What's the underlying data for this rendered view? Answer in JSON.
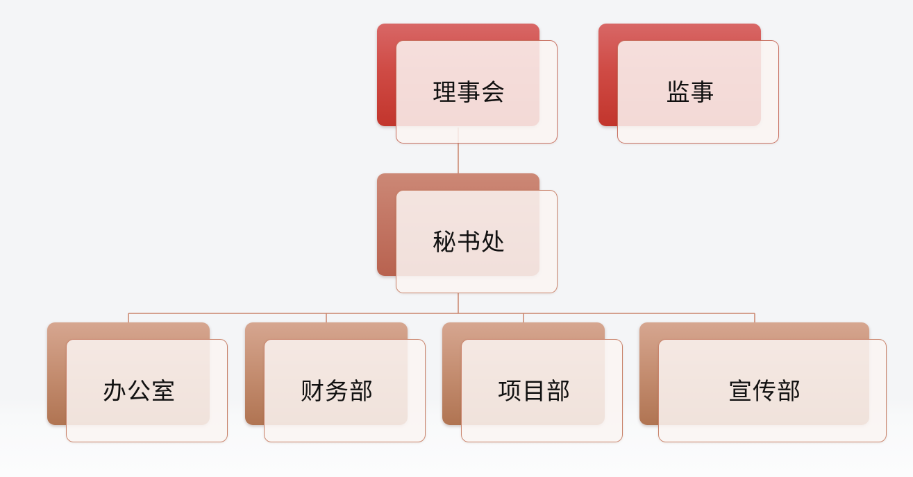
{
  "chart": {
    "nodes": [
      {
        "id": "council",
        "label": "理事会",
        "tone": "red"
      },
      {
        "id": "supervisor",
        "label": "监事",
        "tone": "red"
      },
      {
        "id": "secretariat",
        "label": "秘书处",
        "tone": "mid"
      },
      {
        "id": "office",
        "label": "办公室",
        "tone": "tan"
      },
      {
        "id": "finance",
        "label": "财务部",
        "tone": "tan"
      },
      {
        "id": "project",
        "label": "项目部",
        "tone": "tan"
      },
      {
        "id": "publicity",
        "label": "宣传部",
        "tone": "tan"
      }
    ],
    "edges": [
      {
        "from": "council",
        "to": "secretariat"
      },
      {
        "from": "secretariat",
        "to": "office"
      },
      {
        "from": "secretariat",
        "to": "finance"
      },
      {
        "from": "secretariat",
        "to": "project"
      },
      {
        "from": "secretariat",
        "to": "publicity"
      }
    ],
    "colors": {
      "top_tier": "#cf4b45",
      "middle_tier": "#c27563",
      "bottom_tier": "#c48d70",
      "connector": "#c9836b",
      "card_fill": "#faf4f2"
    }
  }
}
